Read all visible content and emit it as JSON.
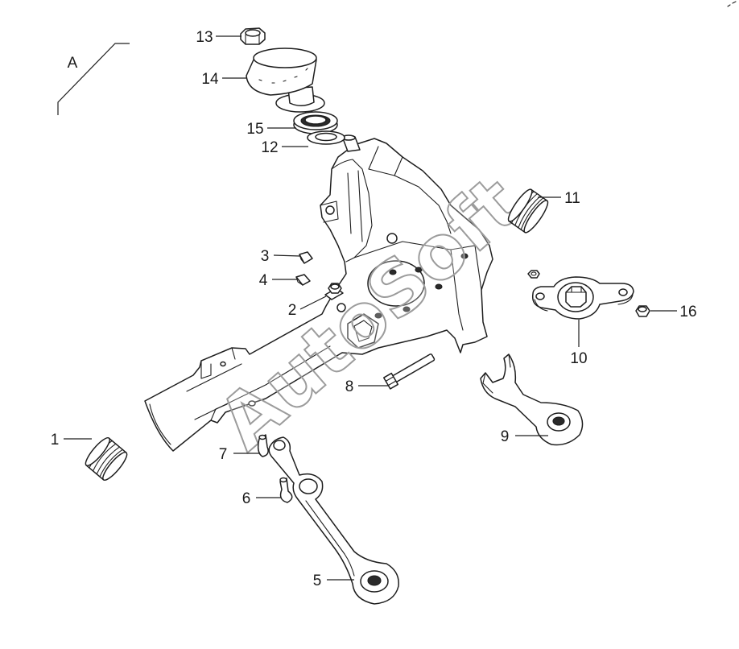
{
  "diagram": {
    "section_label": "A",
    "watermark": "AutoSoft",
    "callouts": [
      "1",
      "2",
      "3",
      "4",
      "5",
      "6",
      "7",
      "8",
      "9",
      "10",
      "11",
      "12",
      "13",
      "14",
      "15",
      "16"
    ]
  }
}
